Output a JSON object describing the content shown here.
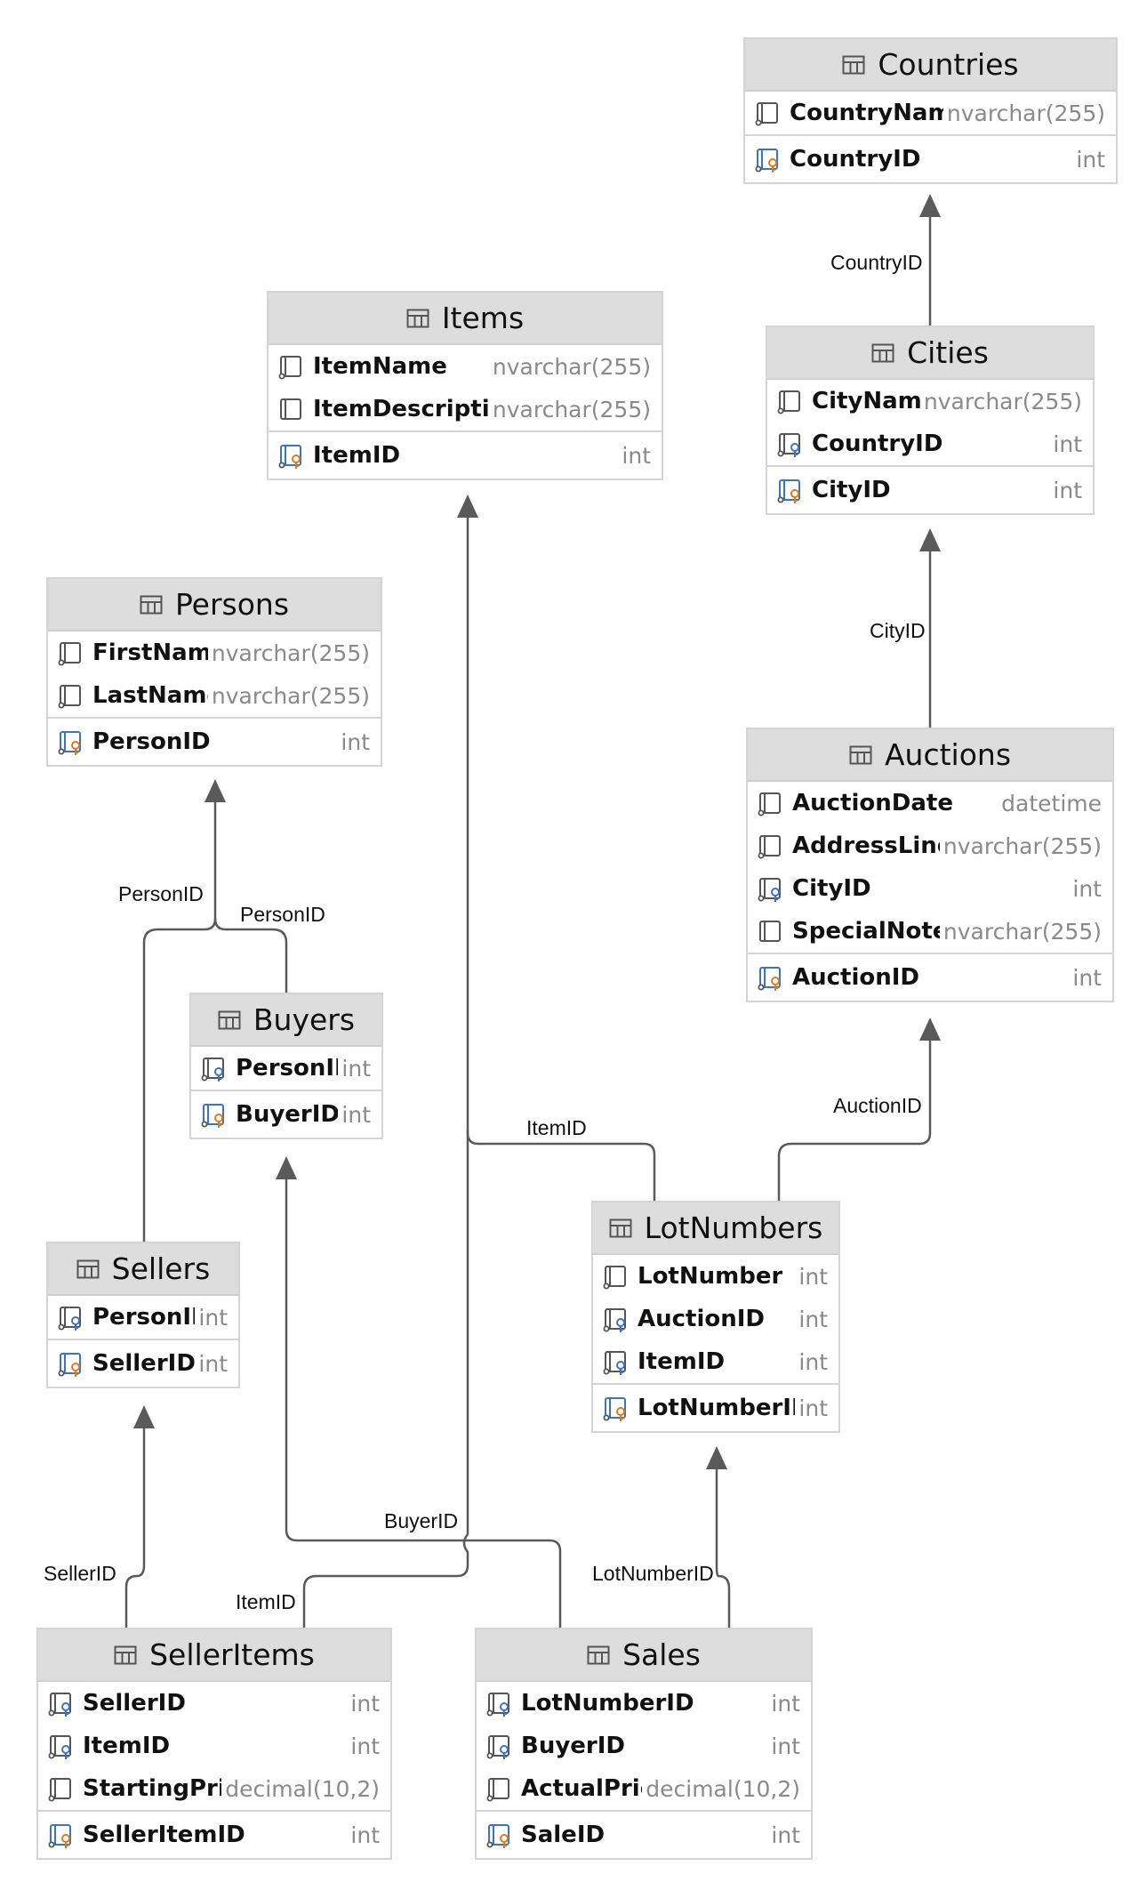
{
  "tables": {
    "countries": {
      "name": "Countries",
      "columns": [
        {
          "name": "CountryName",
          "type": "nvarchar(255)",
          "icon": "column-icon"
        },
        {
          "name": "CountryID",
          "type": "int",
          "icon": "primary-key-icon"
        }
      ]
    },
    "items": {
      "name": "Items",
      "columns": [
        {
          "name": "ItemName",
          "type": "nvarchar(255)",
          "icon": "column-icon"
        },
        {
          "name": "ItemDescriptior",
          "type": "nvarchar(255)",
          "icon": "nullable-column-icon"
        },
        {
          "name": "ItemID",
          "type": "int",
          "icon": "primary-key-icon"
        }
      ]
    },
    "cities": {
      "name": "Cities",
      "columns": [
        {
          "name": "CityName",
          "type": "nvarchar(255)",
          "icon": "column-icon"
        },
        {
          "name": "CountryID",
          "type": "int",
          "icon": "foreign-key-icon"
        },
        {
          "name": "CityID",
          "type": "int",
          "icon": "primary-key-icon"
        }
      ]
    },
    "persons": {
      "name": "Persons",
      "columns": [
        {
          "name": "FirstName",
          "type": "nvarchar(255)",
          "icon": "column-icon"
        },
        {
          "name": "LastName",
          "type": "nvarchar(255)",
          "icon": "column-icon"
        },
        {
          "name": "PersonID",
          "type": "int",
          "icon": "primary-key-icon"
        }
      ]
    },
    "auctions": {
      "name": "Auctions",
      "columns": [
        {
          "name": "AuctionDate",
          "type": "datetime",
          "icon": "column-icon"
        },
        {
          "name": "AddressLine",
          "type": "nvarchar(255)",
          "icon": "column-icon"
        },
        {
          "name": "CityID",
          "type": "int",
          "icon": "foreign-key-icon"
        },
        {
          "name": "SpecialNotes",
          "type": "nvarchar(255)",
          "icon": "nullable-column-icon"
        },
        {
          "name": "AuctionID",
          "type": "int",
          "icon": "primary-key-icon"
        }
      ]
    },
    "buyers": {
      "name": "Buyers",
      "columns": [
        {
          "name": "PersonID",
          "type": "int",
          "icon": "foreign-key-icon"
        },
        {
          "name": "BuyerID",
          "type": "int",
          "icon": "primary-key-icon"
        }
      ]
    },
    "lotnumbers": {
      "name": "LotNumbers",
      "columns": [
        {
          "name": "LotNumber",
          "type": "int",
          "icon": "column-icon"
        },
        {
          "name": "AuctionID",
          "type": "int",
          "icon": "foreign-key-icon"
        },
        {
          "name": "ItemID",
          "type": "int",
          "icon": "foreign-key-icon"
        },
        {
          "name": "LotNumberID",
          "type": "int",
          "icon": "primary-key-icon"
        }
      ]
    },
    "sellers": {
      "name": "Sellers",
      "columns": [
        {
          "name": "PersonID",
          "type": "int",
          "icon": "foreign-key-icon"
        },
        {
          "name": "SellerID",
          "type": "int",
          "icon": "primary-key-icon"
        }
      ]
    },
    "selleritems": {
      "name": "SellerItems",
      "columns": [
        {
          "name": "SellerID",
          "type": "int",
          "icon": "foreign-key-icon"
        },
        {
          "name": "ItemID",
          "type": "int",
          "icon": "foreign-key-icon"
        },
        {
          "name": "StartingPrice",
          "type": "decimal(10,2)",
          "icon": "column-icon"
        },
        {
          "name": "SellerItemID",
          "type": "int",
          "icon": "primary-key-icon"
        }
      ]
    },
    "sales": {
      "name": "Sales",
      "columns": [
        {
          "name": "LotNumberID",
          "type": "int",
          "icon": "foreign-key-icon"
        },
        {
          "name": "BuyerID",
          "type": "int",
          "icon": "foreign-key-icon"
        },
        {
          "name": "ActualPrice",
          "type": "decimal(10,2)",
          "icon": "column-icon"
        },
        {
          "name": "SaleID",
          "type": "int",
          "icon": "primary-key-icon"
        }
      ]
    }
  },
  "relations": [
    {
      "from": "Cities",
      "to": "Countries",
      "label": "CountryID"
    },
    {
      "from": "Auctions",
      "to": "Cities",
      "label": "CityID"
    },
    {
      "from": "Sellers",
      "to": "Persons",
      "label": "PersonID"
    },
    {
      "from": "Buyers",
      "to": "Persons",
      "label": "PersonID"
    },
    {
      "from": "LotNumbers",
      "to": "Items",
      "label": "ItemID"
    },
    {
      "from": "LotNumbers",
      "to": "Auctions",
      "label": "AuctionID"
    },
    {
      "from": "SellerItems",
      "to": "Sellers",
      "label": "SellerID"
    },
    {
      "from": "SellerItems",
      "to": "Items",
      "label": "ItemID"
    },
    {
      "from": "Sales",
      "to": "Buyers",
      "label": "BuyerID"
    },
    {
      "from": "Sales",
      "to": "LotNumbers",
      "label": "LotNumberID"
    }
  ],
  "colors": {
    "line": "#5a5a5a",
    "header": "#dddddd",
    "key_orange": "#e07b1a",
    "key_blue": "#3b73c9"
  }
}
